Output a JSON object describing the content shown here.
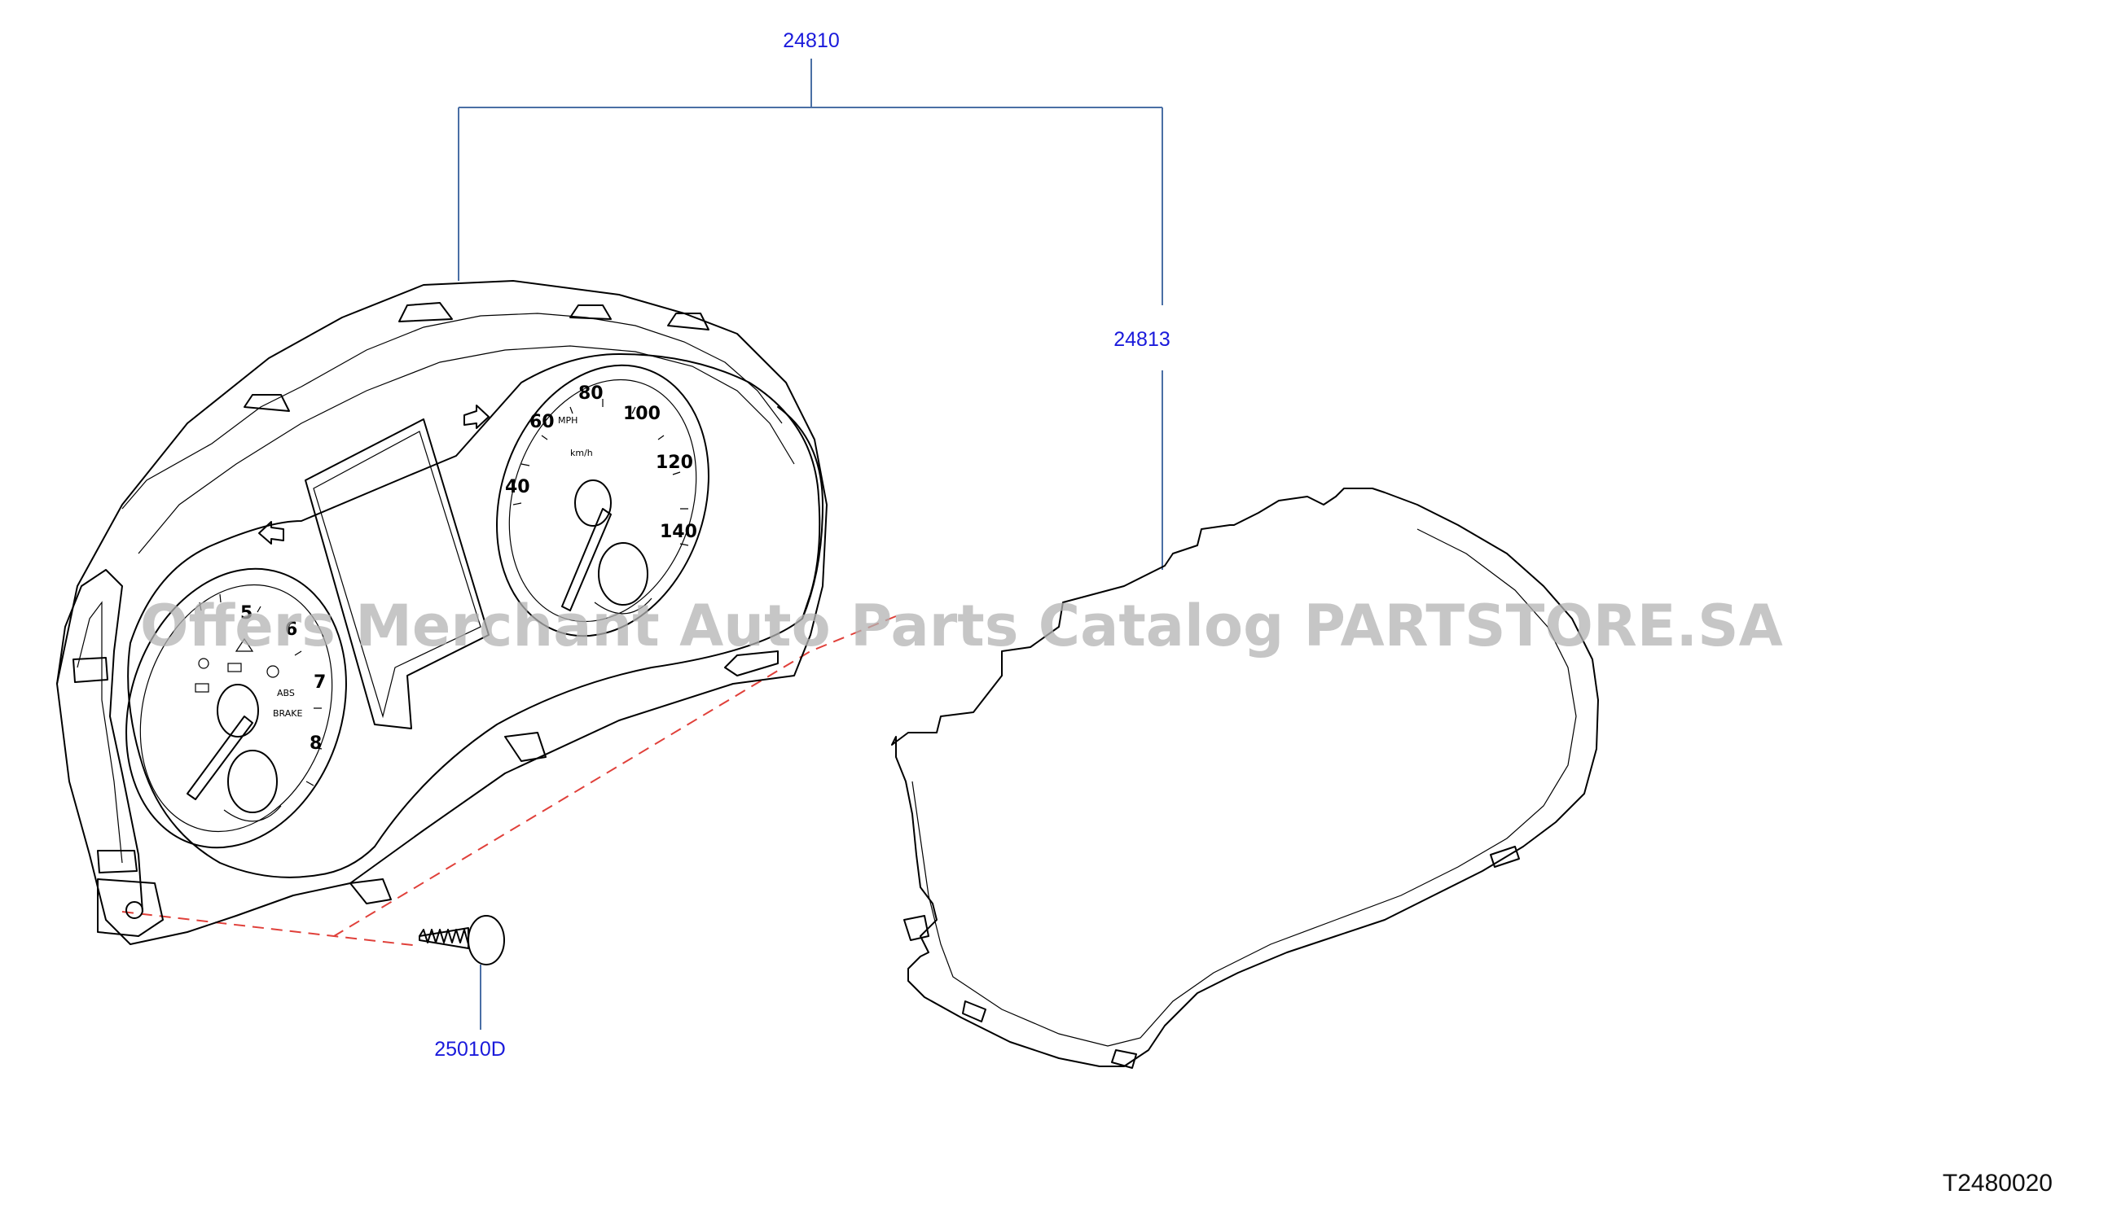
{
  "callouts": {
    "assembly": "24810",
    "cover": "24813",
    "screw": "25010D"
  },
  "reference_code": "T2480020",
  "watermark": "Offers Merchant Auto Parts Catalog PARTSTORE.SA",
  "colors": {
    "callout_text": "#1a1adb",
    "leader_line": "#4a6fa5",
    "dashed_line": "#e0403a",
    "watermark": "#b3b3b3"
  },
  "speedometer": {
    "mph_labels": [
      "40",
      "60",
      "80",
      "100",
      "120",
      "140"
    ],
    "unit_mph": "MPH",
    "unit_kmh": "km/h"
  },
  "tachometer": {
    "labels": [
      "5",
      "6",
      "7",
      "8"
    ],
    "indicator_abs": "ABS",
    "indicator_brake": "BRAKE"
  }
}
